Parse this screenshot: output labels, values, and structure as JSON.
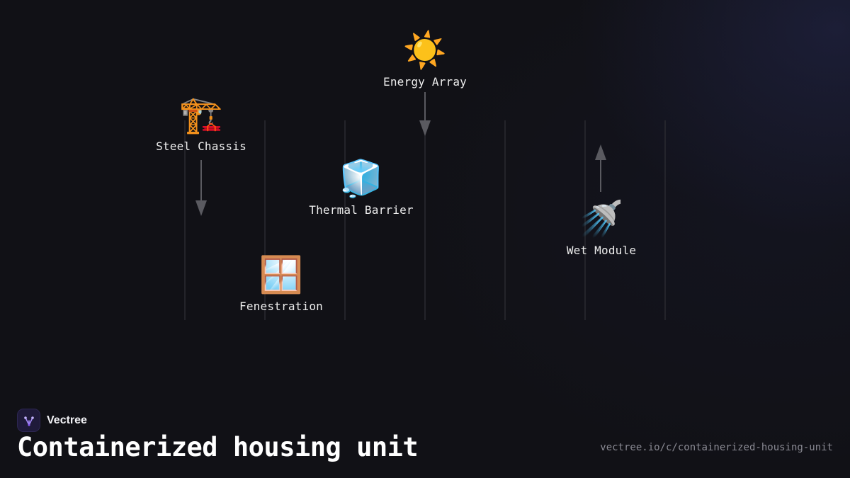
{
  "brand": {
    "name": "Vectree",
    "logo_icon": "tree-logo-icon",
    "accent_color": "#8b5cf6"
  },
  "title": "Containerized housing unit",
  "url": "vectree.io/c/containerized-housing-unit",
  "diagram": {
    "nodes": [
      {
        "id": "energy-array",
        "label": "Energy Array",
        "icon": "sun-icon",
        "emoji": "☀️"
      },
      {
        "id": "steel-chassis",
        "label": "Steel Chassis",
        "icon": "construction-crane-icon",
        "emoji": "🏗️"
      },
      {
        "id": "thermal-barrier",
        "label": "Thermal Barrier",
        "icon": "ice-cube-icon",
        "emoji": "🧊"
      },
      {
        "id": "wet-module",
        "label": "Wet Module",
        "icon": "shower-icon",
        "emoji": "🚿"
      },
      {
        "id": "fenestration",
        "label": "Fenestration",
        "icon": "window-icon",
        "emoji": "🪟"
      }
    ],
    "arrows": [
      {
        "from": "energy-array",
        "direction": "down"
      },
      {
        "from": "steel-chassis",
        "direction": "down"
      },
      {
        "from": "wet-module",
        "direction": "up"
      }
    ],
    "colors": {
      "background": "#111116",
      "gridline": "#2a2a30",
      "arrow": "#5a5a60",
      "label": "#eeeeee"
    }
  }
}
